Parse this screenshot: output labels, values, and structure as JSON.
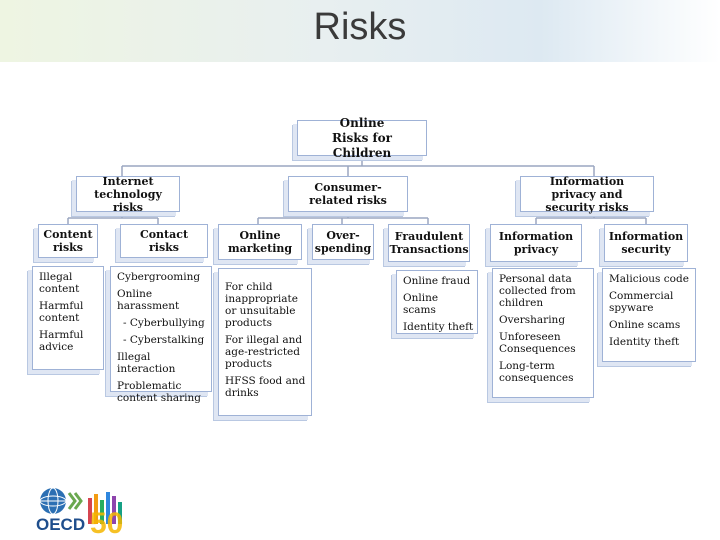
{
  "slide": {
    "title": "Risks"
  },
  "diagram": {
    "root": "Online Risks for Children",
    "internet_tech": "Internet technology risks",
    "consumer": "Consumer-related risks",
    "privacy": "Information privacy and security risks",
    "content_risks": "Content risks",
    "contact_risks": "Contact risks",
    "online_marketing": "Online marketing",
    "overspending": "Over-spending",
    "fraudulent": "Fraudulent Transactions",
    "info_privacy": "Information privacy",
    "info_security": "Information security",
    "content_items": [
      "Illegal content",
      "Harmful content",
      "Harmful advice"
    ],
    "contact_items": [
      "Cybergrooming",
      "Online harassment",
      "- Cyberbullying",
      "- Cyberstalking",
      "Illegal interaction",
      "Problematic content sharing"
    ],
    "marketing_items": [
      "For child inappropriate or unsuitable products",
      "For illegal and age-restricted products",
      "HFSS food and drinks"
    ],
    "fraud_items": [
      "Online fraud",
      "Online scams",
      "Identity theft"
    ],
    "privacy_items": [
      "Personal data collected from children",
      "Oversharing",
      "Unforeseen Consequences",
      "Long-term consequences"
    ],
    "security_items": [
      "Malicious code",
      "Commercial spyware",
      "Online scams",
      "Identity theft"
    ]
  },
  "logo": {
    "text": "OECD",
    "anniversary": "50"
  }
}
